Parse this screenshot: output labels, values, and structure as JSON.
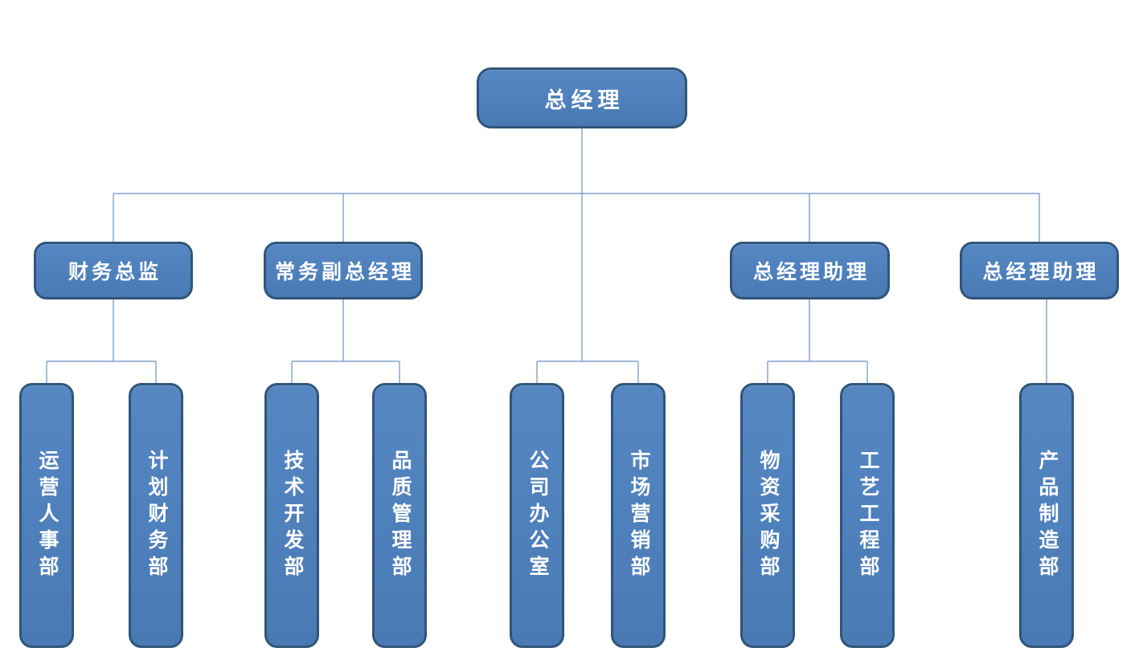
{
  "org": {
    "nodes": [
      {
        "id": "general-manager",
        "label": "总经理",
        "level": 1,
        "parent": null
      },
      {
        "id": "finance-director",
        "label": "财务总监",
        "level": 2,
        "parent": "general-manager"
      },
      {
        "id": "executive-deputy-gm",
        "label": "常务副总经理",
        "level": 2,
        "parent": "general-manager"
      },
      {
        "id": "gm-assistant-1",
        "label": "总经理助理",
        "level": 2,
        "parent": "general-manager"
      },
      {
        "id": "gm-assistant-2",
        "label": "总经理助理",
        "level": 2,
        "parent": "general-manager"
      },
      {
        "id": "operations-hr-dept",
        "label": "运营人事部",
        "level": 3,
        "parent": "finance-director"
      },
      {
        "id": "planning-finance-dept",
        "label": "计划财务部",
        "level": 3,
        "parent": "finance-director"
      },
      {
        "id": "tech-development-dept",
        "label": "技术开发部",
        "level": 3,
        "parent": "executive-deputy-gm"
      },
      {
        "id": "quality-management-dept",
        "label": "品质管理部",
        "level": 3,
        "parent": "executive-deputy-gm"
      },
      {
        "id": "company-office",
        "label": "公司办公室",
        "level": 3,
        "parent": "general-manager"
      },
      {
        "id": "marketing-dept",
        "label": "市场营销部",
        "level": 3,
        "parent": "general-manager"
      },
      {
        "id": "materials-procurement-dept",
        "label": "物资采购部",
        "level": 3,
        "parent": "gm-assistant-1"
      },
      {
        "id": "process-engineering-dept",
        "label": "工艺工程部",
        "level": 3,
        "parent": "gm-assistant-1"
      },
      {
        "id": "product-manufacturing-dept",
        "label": "产品制造部",
        "level": 3,
        "parent": "gm-assistant-2"
      }
    ],
    "colors": {
      "node_fill": "#4f81bd",
      "node_border": "#2f5579",
      "connector": "#7fa3c9",
      "text": "#ffffff",
      "background": "#ffffff"
    }
  }
}
